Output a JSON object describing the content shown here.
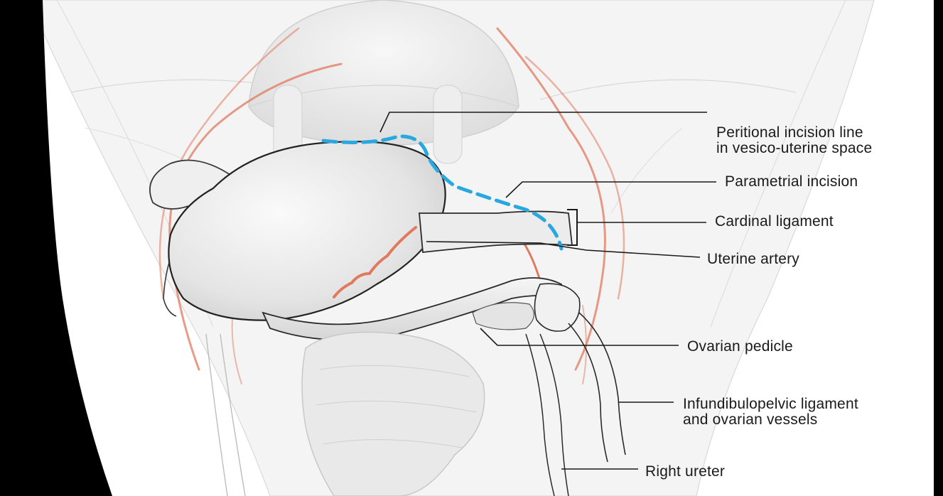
{
  "labels": {
    "peritoneal_line1": "Peritional incision line",
    "peritoneal_line2": "in vesico-uterine space",
    "parametrial": "Parametrial incision",
    "cardinal": "Cardinal ligament",
    "uterine_artery": "Uterine artery",
    "ovarian_pedicle": "Ovarian pedicle",
    "ip_line1": "Infundibulopelvic ligament",
    "ip_line2": "and ovarian vessels",
    "right_ureter": "Right ureter"
  },
  "colors": {
    "vessel": "#e07a5f",
    "incision_dash": "#29a8e0",
    "outline": "#2a2a2a",
    "tissue": "#e9e9e9",
    "frame": "#000000"
  }
}
